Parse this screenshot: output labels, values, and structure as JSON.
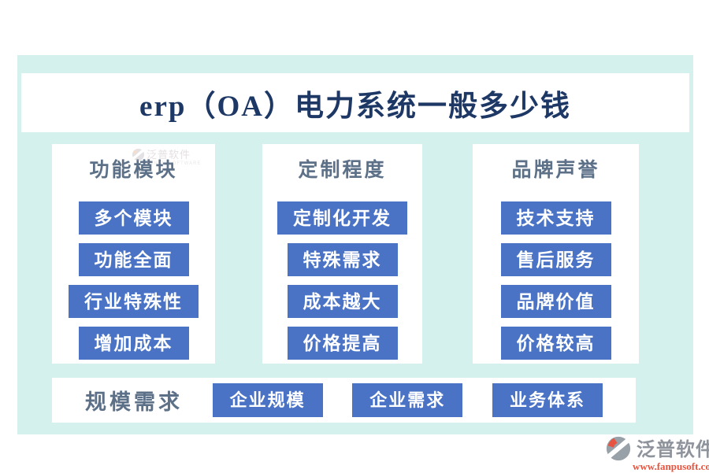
{
  "page": {
    "title": "erp（OA）电力系统一般多少钱"
  },
  "colors": {
    "panel_bg": "#d5f1ee",
    "card_bg": "#ffffff",
    "pill_blue": "#4a73c6",
    "pill_text": "#ffffff",
    "title_navy": "#1e3866",
    "header_slate": "#5c7088",
    "brand_gray": "#8e939c",
    "brand_orange": "#e8543f"
  },
  "columns": [
    {
      "header": "功能模块",
      "buttons": [
        "多个模块",
        "功能全面",
        "行业特殊性",
        "增加成本"
      ]
    },
    {
      "header": "定制程度",
      "buttons": [
        "定制化开发",
        "特殊需求",
        "成本越大",
        "价格提高"
      ]
    },
    {
      "header": "品牌声誉",
      "buttons": [
        "技术支持",
        "售后服务",
        "品牌价值",
        "价格较高"
      ]
    }
  ],
  "bottom_row": {
    "label": "规模需求",
    "buttons": [
      "企业规模",
      "企业需求",
      "业务体系"
    ]
  },
  "watermark": {
    "name": "泛普软件",
    "subtext": "FANPU SOFTWARE"
  },
  "brand": {
    "name": "泛普软件",
    "url": "www.fanpusoft.com"
  }
}
